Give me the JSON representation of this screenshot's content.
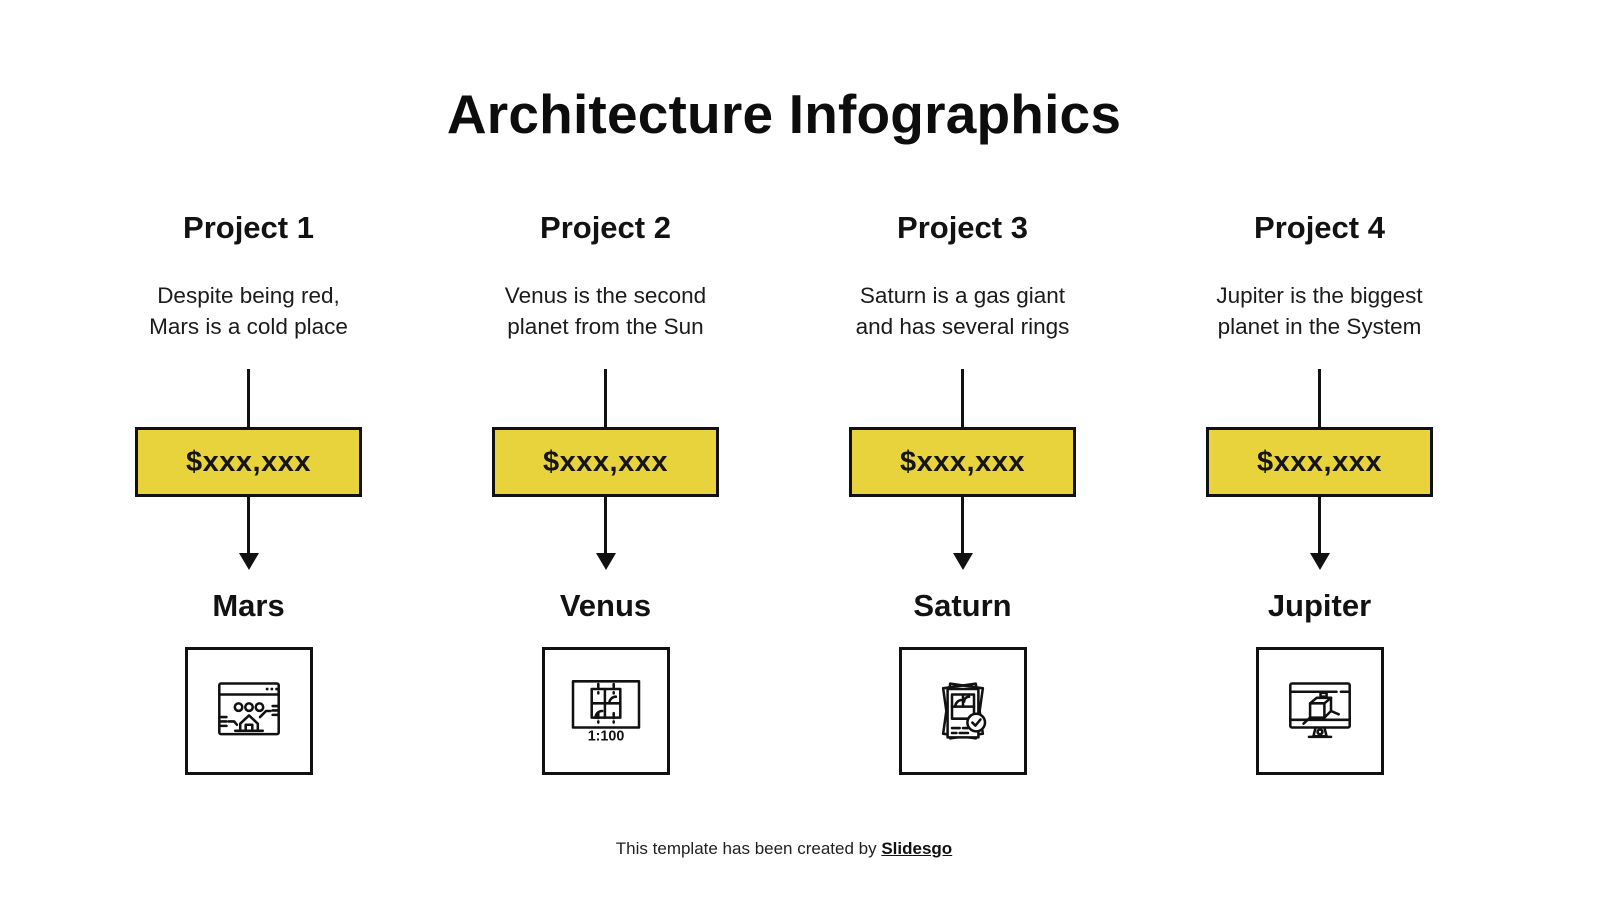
{
  "slide": {
    "title": "Architecture Infographics",
    "columns": [
      {
        "heading": "Project 1",
        "description_line1": "Despite being red,",
        "description_line2": "Mars is a cold place",
        "amount": "$xxx,xxx",
        "label": "Mars",
        "icon": "property-website-icon"
      },
      {
        "heading": "Project 2",
        "description_line1": "Venus is the second",
        "description_line2": "planet from the Sun",
        "amount": "$xxx,xxx",
        "label": "Venus",
        "icon": "floor-plan-icon",
        "scale_label": "1:100"
      },
      {
        "heading": "Project 3",
        "description_line1": "Saturn is a gas giant",
        "description_line2": "and has several rings",
        "amount": "$xxx,xxx",
        "label": "Saturn",
        "icon": "approved-blueprints-icon"
      },
      {
        "heading": "Project 4",
        "description_line1": "Jupiter is the biggest",
        "description_line2": "planet in the System",
        "amount": "$xxx,xxx",
        "label": "Jupiter",
        "icon": "cad-monitor-icon"
      }
    ],
    "footer": {
      "prefix": "This template has been created by ",
      "brand": "Slidesgo"
    },
    "colors": {
      "accent_yellow": "#e8d33d",
      "ink": "#111111",
      "background": "#ffffff"
    }
  }
}
